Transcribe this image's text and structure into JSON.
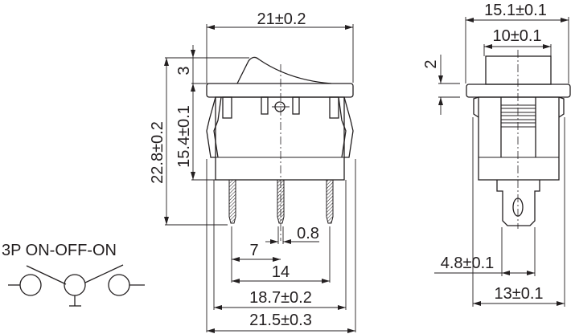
{
  "front_view": {
    "width_dim": "21±0.2",
    "rocker_height_dim": "3",
    "body_height_dim": "15.4±0.1",
    "total_height_dim": "22.8±0.2",
    "pin_width_dim": "0.8",
    "pin_pitch_dim": "7",
    "pin_span_dim": "14",
    "body_width_dim": "18.7±0.2",
    "clip_width_dim": "21.5±0.3"
  },
  "side_view": {
    "flange_width_dim": "15.1±0.1",
    "button_width_dim": "10±0.1",
    "flange_thickness_dim": "2",
    "terminal_width_dim": "4.8±0.1",
    "body_depth_dim": "13±0.1"
  },
  "schematic": {
    "title": "3P  ON-OFF-ON"
  },
  "colors": {
    "line": "#231f20",
    "background": "#ffffff"
  }
}
